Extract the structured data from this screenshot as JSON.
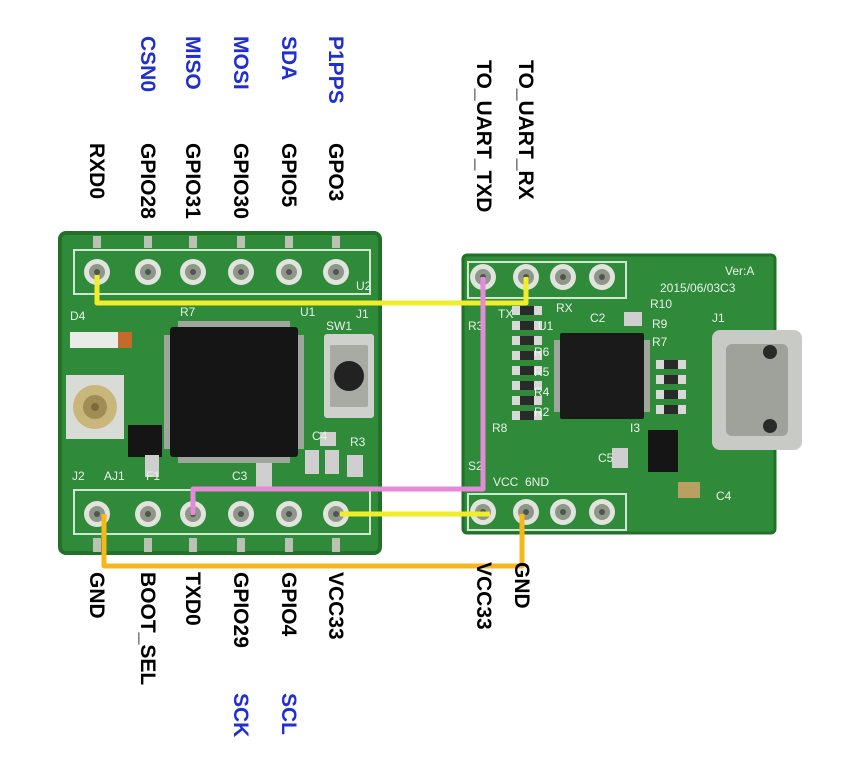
{
  "colors": {
    "pcb": "#2f8a3a",
    "pcb_dark": "#237029",
    "pad": "#b9c2b4",
    "chip": "#151515",
    "label_black": "#000000",
    "label_blue": "#1f2fd0",
    "wire_yellow": "#f0ee2a",
    "wire_pink": "#e48ad8",
    "wire_orange": "#f7b718"
  },
  "module": {
    "top_pins": [
      {
        "pin": "RXD0",
        "func": ""
      },
      {
        "pin": "GPIO28",
        "func": "CSN0"
      },
      {
        "pin": "GPIO31",
        "func": "MISO"
      },
      {
        "pin": "GPIO30",
        "func": "MOSI"
      },
      {
        "pin": "GPIO5",
        "func": "SDA"
      },
      {
        "pin": "GPO3",
        "func": "P1PPS"
      }
    ],
    "bottom_pins": [
      {
        "pin": "GND",
        "func": ""
      },
      {
        "pin": "BOOT_SEL",
        "func": ""
      },
      {
        "pin": "TXD0",
        "func": ""
      },
      {
        "pin": "GPIO29",
        "func": "SCK"
      },
      {
        "pin": "GPIO4",
        "func": "SCL"
      },
      {
        "pin": "VCC33",
        "func": ""
      }
    ],
    "silkscreen": [
      "D4",
      "R7",
      "SW1",
      "U2",
      "J1",
      "R3",
      "C4",
      "C3",
      "J2",
      "AJ1",
      "F1",
      "U1"
    ]
  },
  "uart_board": {
    "top_labels": [
      "TO_UART_RX",
      "TO_UART_TXD"
    ],
    "bottom_labels": [
      "GND",
      "VCC33"
    ],
    "silkscreen": [
      "Ver:A",
      "2015/06/03C3",
      "R10",
      "C2",
      "RX",
      "TX",
      "U1",
      "J1",
      "R9",
      "R7",
      "R6",
      "R5",
      "R4",
      "R2",
      "R8",
      "C5",
      "C4",
      "I3",
      "6ND",
      "VCC",
      "S2",
      "R3"
    ]
  }
}
